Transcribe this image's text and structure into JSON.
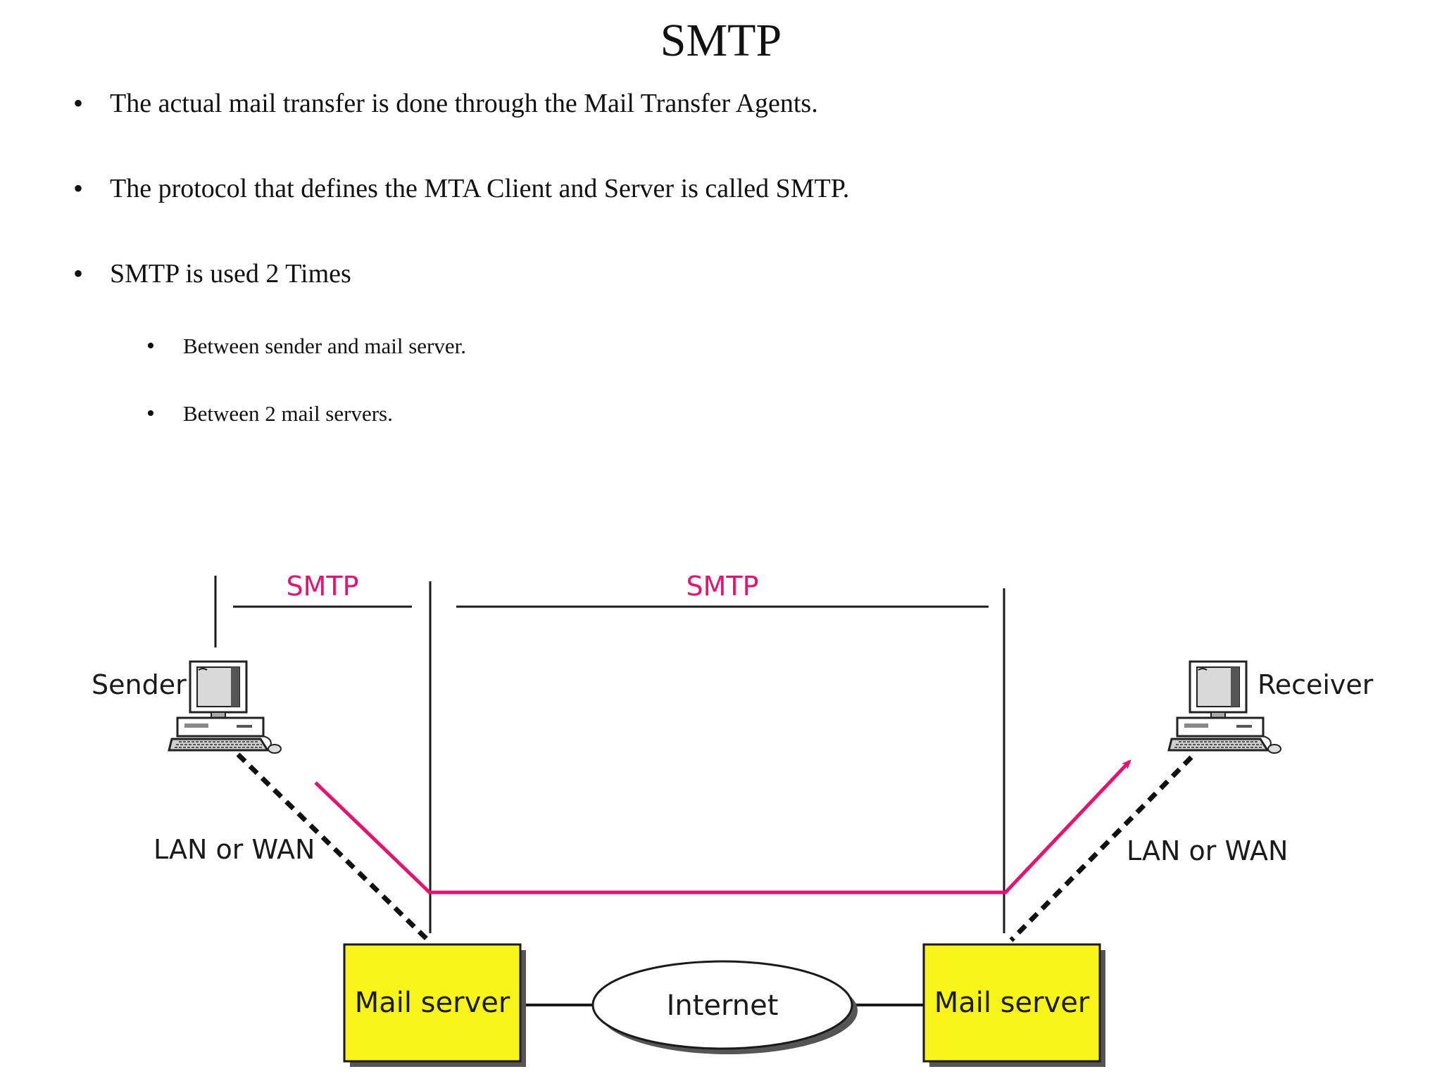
{
  "slide": {
    "title": "SMTP",
    "bullets": [
      "The actual mail transfer is done through the Mail Transfer Agents.",
      "The protocol that defines the MTA Client and Server is called SMTP.",
      "SMTP is used 2 Times"
    ],
    "sub_bullets": [
      "Between sender and mail server.",
      "Between 2 mail servers."
    ],
    "bullet_glyph": "•"
  },
  "diagram": {
    "smtp_label_left": "SMTP",
    "smtp_label_middle": "SMTP",
    "sender_label": "Sender",
    "receiver_label": "Receiver",
    "lan_wan_left": "LAN or WAN",
    "lan_wan_right": "LAN or WAN",
    "mail_server_left": "Mail server",
    "mail_server_right": "Mail server",
    "internet_label": "Internet",
    "colors": {
      "smtp_path": "#e5136f",
      "server_box": "#f8f41a",
      "line": "#1a1a1a"
    },
    "icons": [
      "computer-icon"
    ]
  }
}
